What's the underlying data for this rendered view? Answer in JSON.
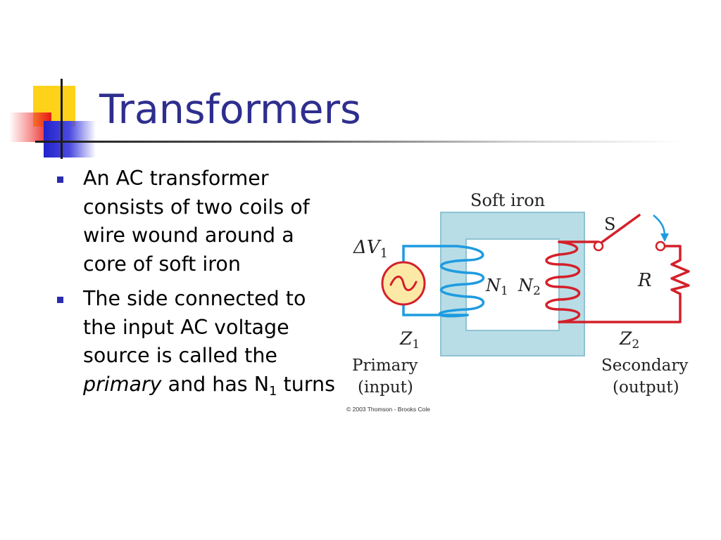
{
  "slide": {
    "title": "Transformers",
    "bullets": [
      {
        "text": "An AC transformer consists of two coils of wire wound around a core of soft iron"
      },
      {
        "before": "The side connected to the input AC voltage source is called the ",
        "emphasis": "primary",
        "after_1": " and has N",
        "subscript": "1",
        "after_2": " turns"
      }
    ]
  },
  "diagram": {
    "core_label": "Soft iron",
    "switch_label": "S",
    "source_label": "ΔV",
    "source_sub": "1",
    "n1_label": "N",
    "n1_sub": "1",
    "n2_label": "N",
    "n2_sub": "2",
    "resistor_label": "R",
    "z1_label": "Z",
    "z1_sub": "1",
    "z2_label": "Z",
    "z2_sub": "2",
    "primary_line1": "Primary",
    "primary_line2": "(input)",
    "secondary_line1": "Secondary",
    "secondary_line2": "(output)",
    "copyright": "© 2003 Thomson - Brooks Cole",
    "colors": {
      "core": "#b8dde6",
      "primary_wire": "#1e9be0",
      "secondary_wire": "#d4202a",
      "source_fill": "#fde9a6"
    }
  }
}
